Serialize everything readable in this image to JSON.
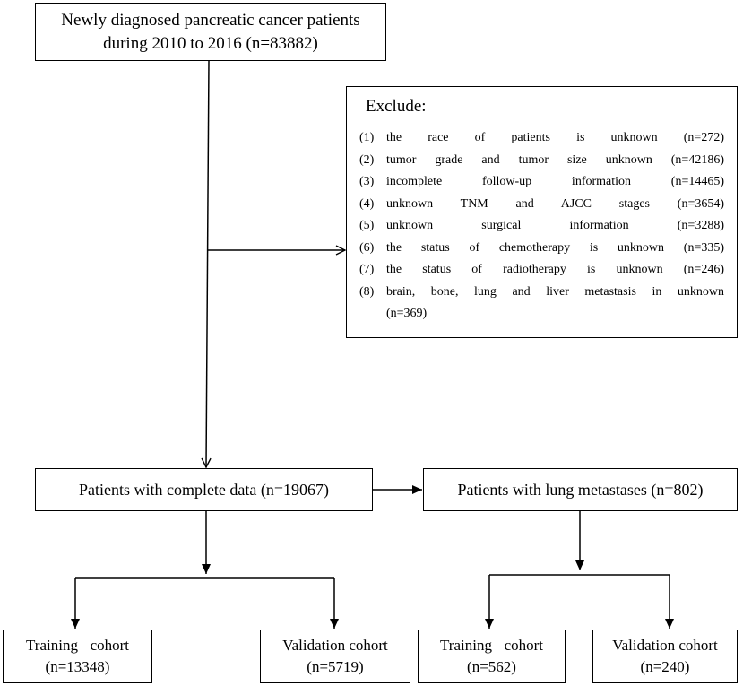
{
  "top_box": {
    "line1": "Newly diagnosed pancreatic cancer patients",
    "line2": "during 2010 to 2016 (n=83882)"
  },
  "exclude_box": {
    "title": "Exclude:",
    "items": [
      {
        "num": "(1)",
        "text": "the race of patients is unknown (n=272)"
      },
      {
        "num": "(2)",
        "text": "tumor grade and tumor size unknown (n=42186)"
      },
      {
        "num": "(3)",
        "text": "incomplete follow-up information (n=14465)"
      },
      {
        "num": "(4)",
        "text": "unknown TNM and AJCC stages (n=3654)"
      },
      {
        "num": "(5)",
        "text": "unknown surgical information (n=3288)"
      },
      {
        "num": "(6)",
        "text": "the status of chemotherapy is unknown (n=335)"
      },
      {
        "num": "(7)",
        "text": "the status of radiotherapy is unknown (n=246)"
      },
      {
        "num": "(8)",
        "text": "brain, bone, lung and liver metastasis in unknown",
        "cont": "(n=369)"
      }
    ]
  },
  "complete_box": {
    "label": "Patients with complete data (n=19067)"
  },
  "lung_box": {
    "label": "Patients with lung metastases (n=802)"
  },
  "cohorts": {
    "training_1": {
      "word1": "Training",
      "word2": "cohort",
      "n": "(n=13348)"
    },
    "validation_1": {
      "label": "Validation cohort",
      "n": "(n=5719)"
    },
    "training_2": {
      "word1": "Training",
      "word2": "cohort",
      "n": "(n=562)"
    },
    "validation_2": {
      "label": "Validation cohort",
      "n": "(n=240)"
    }
  },
  "colors": {
    "line": "#000000",
    "background": "#ffffff"
  }
}
